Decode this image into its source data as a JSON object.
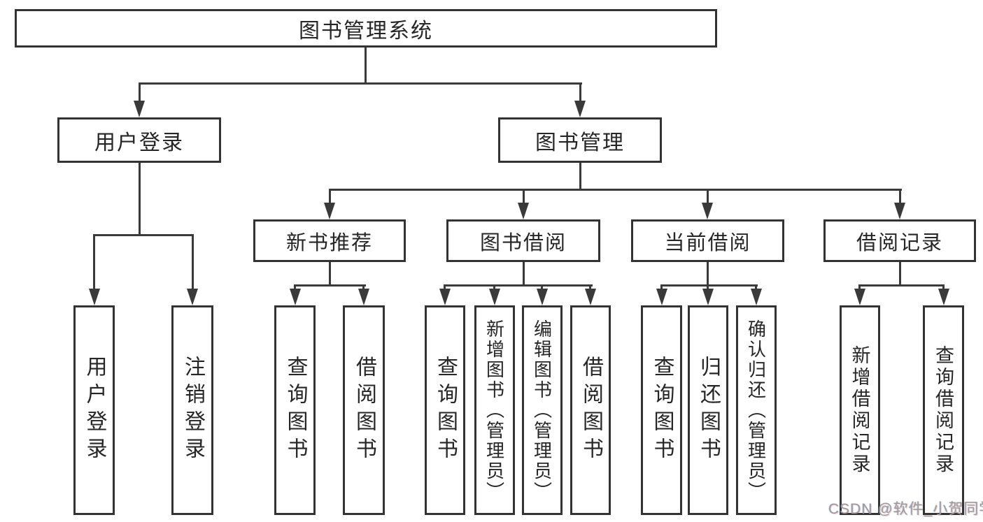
{
  "page": {
    "background": "#ffffff"
  },
  "colors": {
    "line": "#3a3a3a",
    "box_border": "#333333",
    "text": "#262626",
    "watermark": "#9c9c9c"
  },
  "diagram": {
    "root": {
      "label": "图书管理系统"
    },
    "branches": [
      {
        "label": "用户登录",
        "children": [
          "用户登录",
          "注销登录"
        ]
      },
      {
        "label": "图书管理",
        "sections": [
          {
            "label": "新书推荐",
            "children": [
              "查询图书",
              "借阅图书"
            ]
          },
          {
            "label": "图书借阅",
            "children": [
              "查询图书",
              "新增图书（管理员）",
              "编辑图书（管理员）",
              "借阅图书"
            ]
          },
          {
            "label": "当前借阅",
            "children": [
              "查询图书",
              "归还图书",
              "确认归还（管理员）"
            ]
          },
          {
            "label": "借阅记录",
            "children": [
              "新增借阅记录",
              "查询借阅记录"
            ]
          }
        ]
      }
    ]
  },
  "watermark": {
    "text": "CSDN @软件_小贺同学"
  }
}
